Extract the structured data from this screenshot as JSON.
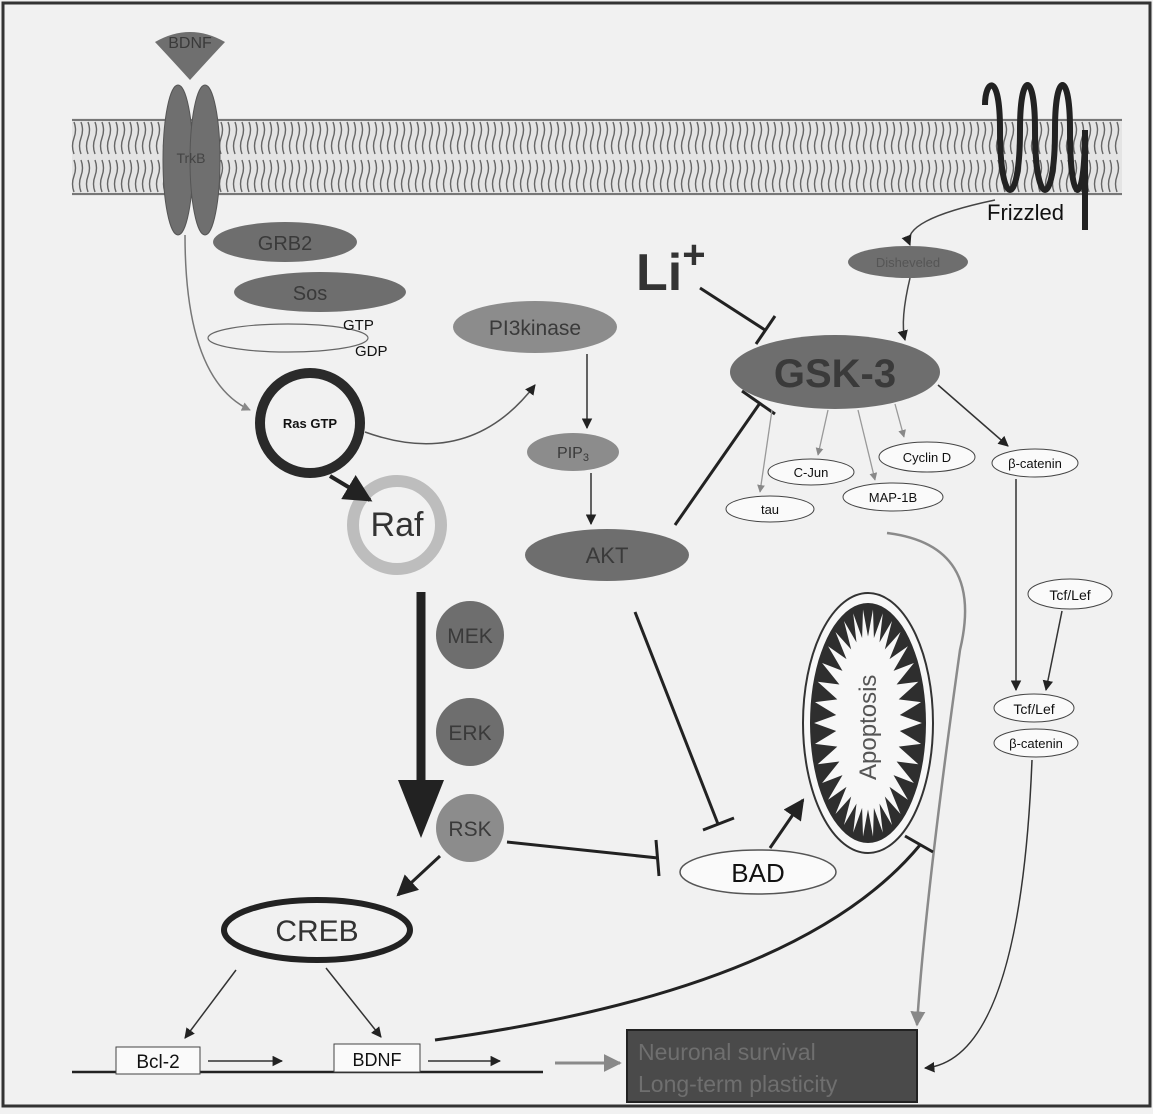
{
  "membrane": {
    "receptor_left": "TrkB",
    "receptor_right": "Frizzled"
  },
  "ligand": "BDNF",
  "ion": {
    "symbol": "Li",
    "charge": "+"
  },
  "nodes": {
    "grb2": "GRB2",
    "sos": "Sos",
    "gtp": "GTP",
    "gdp": "GDP",
    "ras": "Ras GTP",
    "raf": "Raf",
    "pi3k": "PI3kinase",
    "pip3_base": "PIP",
    "pip3_sub": "3",
    "akt": "AKT",
    "mek": "MEK",
    "erk": "ERK",
    "rsk": "RSK",
    "creb": "CREB",
    "dishevelled": "Disheveled",
    "gsk3": "GSK-3",
    "apoptosis": "Apoptosis",
    "bad": "BAD"
  },
  "gsk_targets": {
    "tau": "tau",
    "cjun": "C-Jun",
    "map1b": "MAP-1B",
    "cyclind": "Cyclin D",
    "bcatenin": "β-catenin"
  },
  "wnt_nucleus": {
    "tcflef": "Tcf/Lef",
    "complex_top": "Tcf/Lef",
    "complex_bottom": "β-catenin"
  },
  "genes": {
    "bcl2": "Bcl-2",
    "bdnf": "BDNF"
  },
  "outcome": {
    "line1": "Neuronal survival",
    "line2": "Long-term plasticity"
  },
  "colors": {
    "background": "#f1f1f1",
    "node_gray": "#8c8c8c",
    "node_dark": "#6e6e6e",
    "outcome_box": "#4a4a4a",
    "arrow": "#222222",
    "light_arrow": "#8a8a8a"
  }
}
